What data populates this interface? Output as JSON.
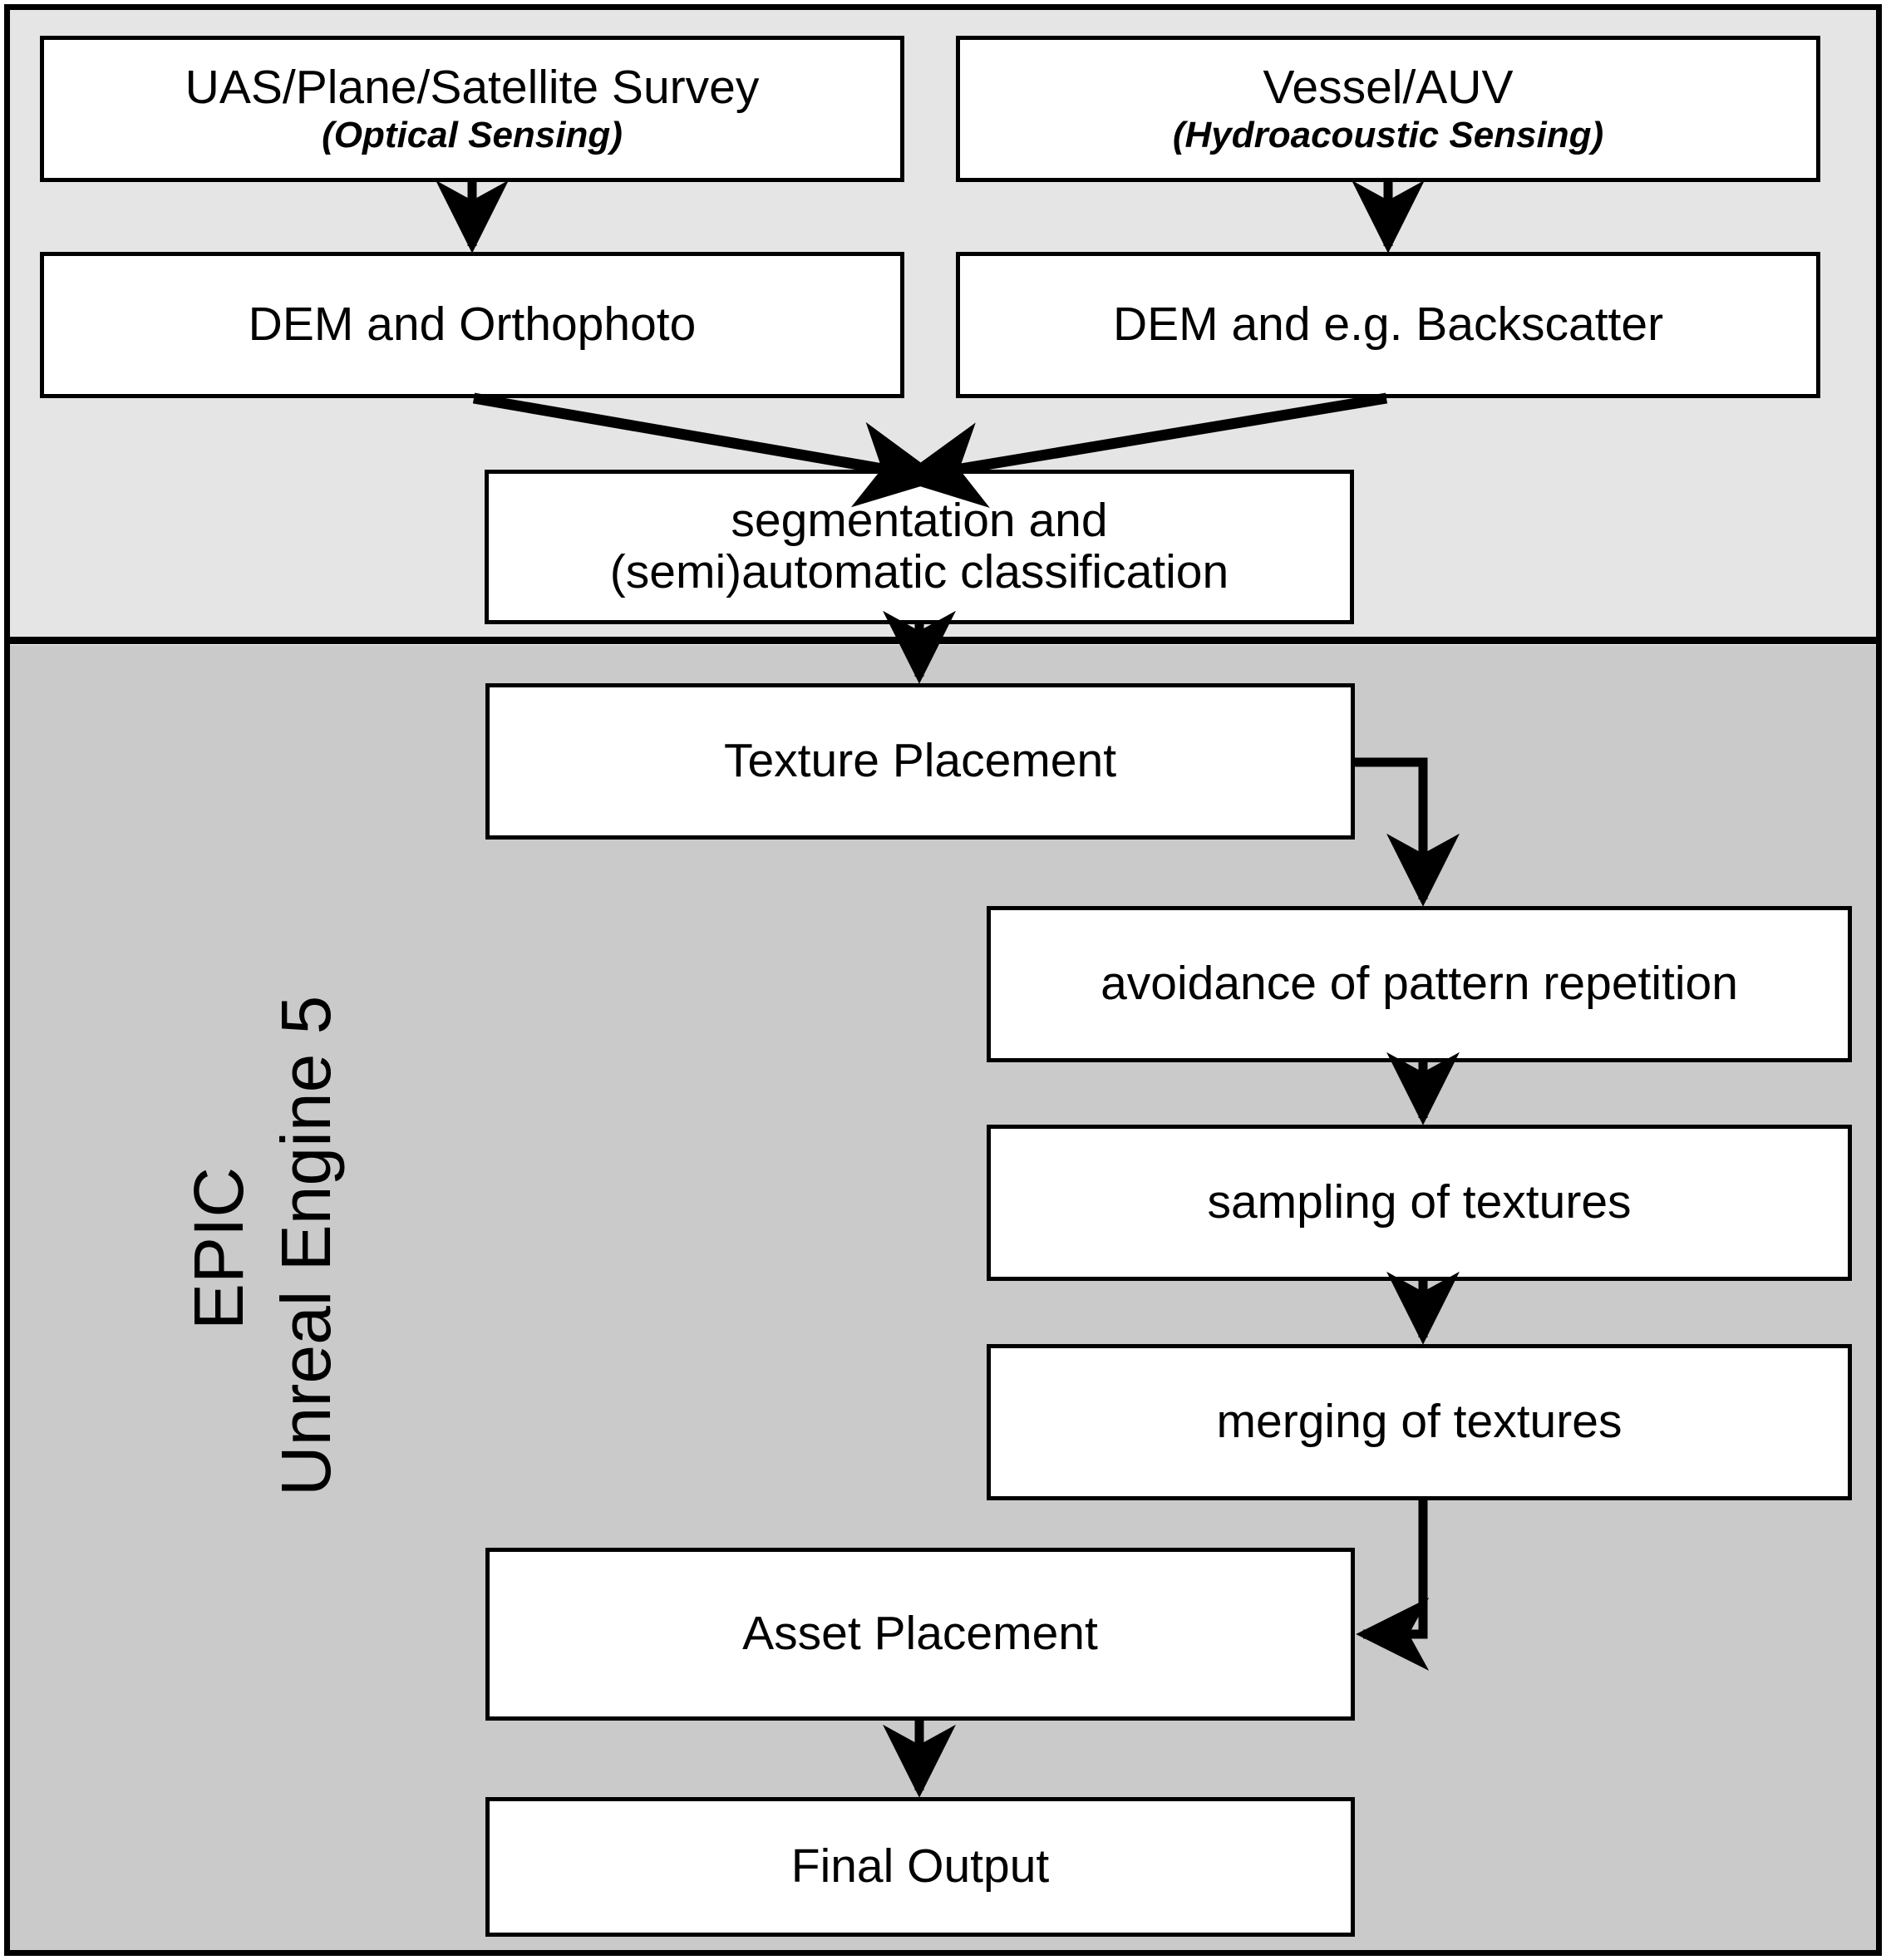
{
  "diagram": {
    "sections": {
      "top": {
        "name": "data-acquisition-and-processing",
        "background": "#e5e5e5"
      },
      "bottom": {
        "name": "epic-unreal-engine-5",
        "background": "#cacaca",
        "label_line1": "EPIC",
        "label_line2": "Unreal Engine 5"
      }
    },
    "colors": {
      "section_top": "#e5e5e5",
      "section_bottom": "#cacaca",
      "node_fill": "#ffffff",
      "stroke": "#000000",
      "page": "#ffffff"
    },
    "nodes": {
      "survey_optical": {
        "title": "UAS/Plane/Satellite Survey",
        "subtitle": "(Optical Sensing)"
      },
      "survey_acoustic": {
        "title": "Vessel/AUV",
        "subtitle": "(Hydroacoustic Sensing)"
      },
      "dem_ortho": {
        "title": "DEM and Orthophoto"
      },
      "dem_backscatter": {
        "title": "DEM and e.g. Backscatter"
      },
      "segmentation": {
        "title": "segmentation and",
        "line2": "(semi)automatic classification"
      },
      "texture_placement": {
        "title": "Texture Placement"
      },
      "pattern_repetition": {
        "title": "avoidance of pattern repetition"
      },
      "sampling": {
        "title": "sampling of textures"
      },
      "merging": {
        "title": "merging of textures"
      },
      "asset_placement": {
        "title": "Asset Placement"
      },
      "final_output": {
        "title": "Final Output"
      }
    },
    "edges": [
      {
        "from": "survey_optical",
        "to": "dem_ortho",
        "type": "arrow-down"
      },
      {
        "from": "survey_acoustic",
        "to": "dem_backscatter",
        "type": "arrow-down"
      },
      {
        "from": "dem_ortho",
        "to": "segmentation",
        "type": "arrow-diagonal-cross"
      },
      {
        "from": "dem_backscatter",
        "to": "segmentation",
        "type": "arrow-diagonal-cross"
      },
      {
        "from": "segmentation",
        "to": "texture_placement",
        "type": "arrow-down"
      },
      {
        "from": "texture_placement",
        "to": "pattern_repetition",
        "type": "arrow-elbow-right-down"
      },
      {
        "from": "pattern_repetition",
        "to": "sampling",
        "type": "arrow-down"
      },
      {
        "from": "sampling",
        "to": "merging",
        "type": "arrow-down"
      },
      {
        "from": "merging",
        "to": "asset_placement",
        "type": "arrow-elbow-down-left"
      },
      {
        "from": "asset_placement",
        "to": "final_output",
        "type": "arrow-down"
      }
    ]
  }
}
